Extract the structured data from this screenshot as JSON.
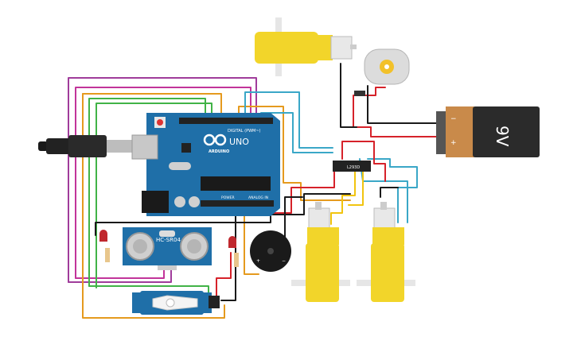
{
  "arduino": {
    "brand": "ARDUINO",
    "model": "UNO",
    "digital_label": "DIGITAL (PWM~)",
    "power_label": "POWER",
    "analog_label": "ANALOG IN"
  },
  "sensor": {
    "label": "HC-SR04"
  },
  "driver": {
    "label": "L293D"
  },
  "battery": {
    "label": "9V",
    "plus": "+",
    "minus": "−"
  },
  "buzzer": {
    "plus": "+",
    "minus": "−"
  },
  "colors": {
    "board": "#1f6fa8",
    "motor_yellow": "#f2d52a",
    "battery_orange": "#c98a4a",
    "battery_black": "#2b2b2b",
    "wire_purple": "#a03c9b",
    "wire_magenta": "#c2349a",
    "wire_green": "#41b347",
    "wire_orange": "#e59a1e",
    "wire_teal": "#3aa7c7",
    "wire_red": "#d6222a",
    "wire_black": "#1a1a1a",
    "wire_yellow": "#f1c40f"
  }
}
